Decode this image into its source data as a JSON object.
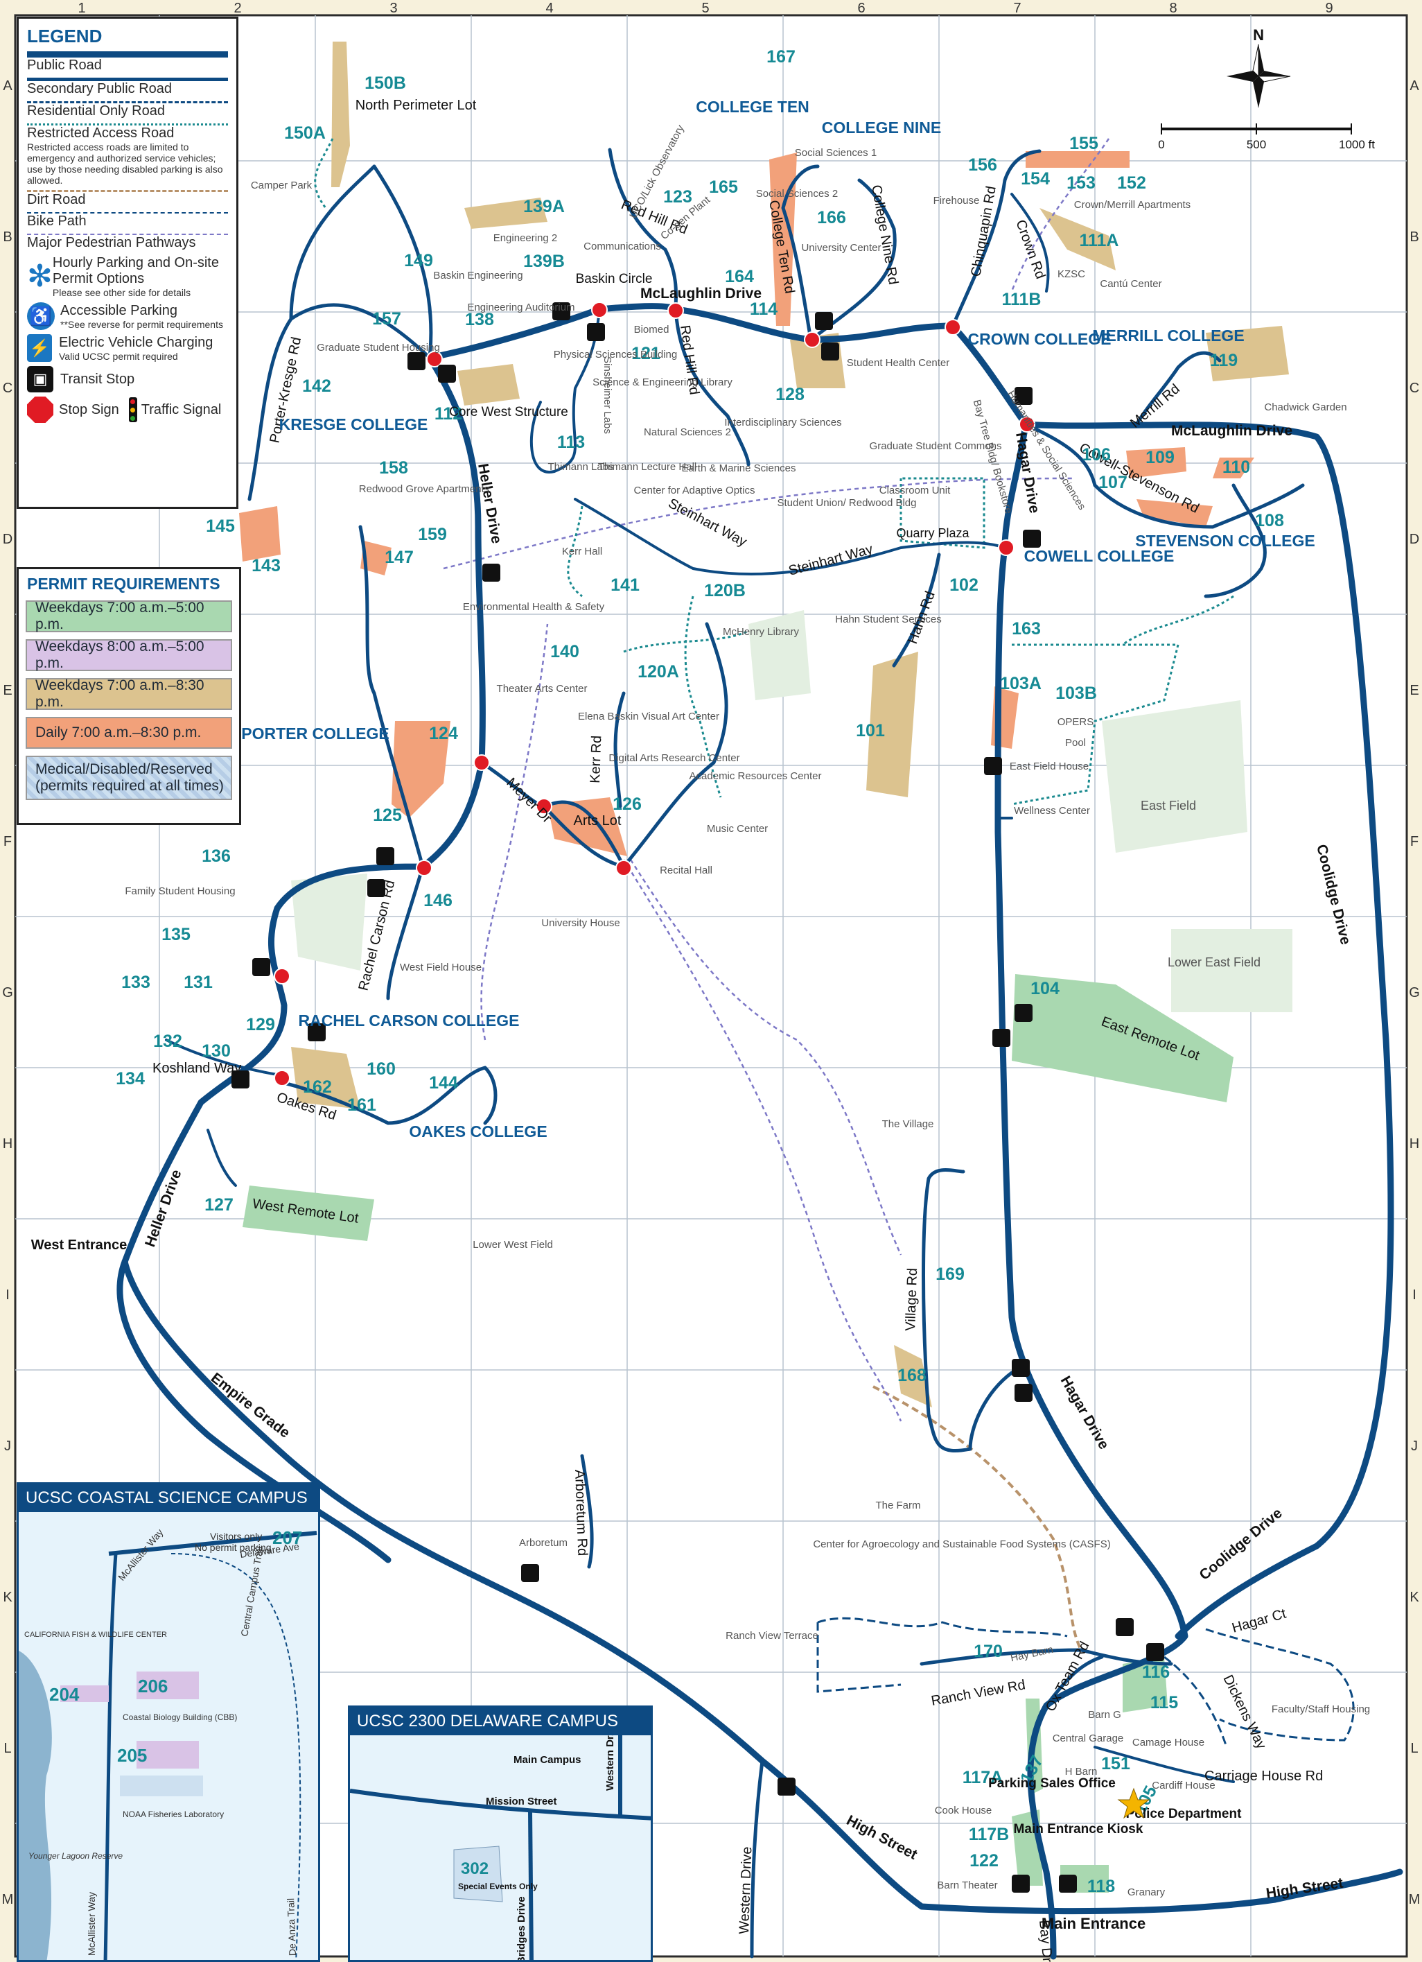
{
  "grid": {
    "cols": [
      "1",
      "2",
      "3",
      "4",
      "5",
      "6",
      "7",
      "8",
      "9"
    ],
    "rows": [
      "A",
      "B",
      "C",
      "D",
      "E",
      "F",
      "G",
      "H",
      "I",
      "J",
      "K",
      "L",
      "M"
    ]
  },
  "compass": {
    "label": "N"
  },
  "scale_bar": {
    "labels": [
      "0",
      "500",
      "1000 ft"
    ]
  },
  "legend": {
    "title": "LEGEND",
    "items": [
      {
        "label": "Public Road"
      },
      {
        "label": "Secondary Public Road"
      },
      {
        "label": "Residential Only Road"
      },
      {
        "label": "Restricted Access Road",
        "note": "Restricted access roads are limited to emergency and authorized service vehicles; use by those needing disabled parking is also allowed."
      },
      {
        "label": "Dirt Road"
      },
      {
        "label": "Bike Path"
      },
      {
        "label": "Major Pedestrian Pathways"
      },
      {
        "label": "Hourly Parking and On-site Permit Options",
        "note": "Please see other side for details"
      },
      {
        "label": "Accessible Parking",
        "note": "**See reverse for permit requirements"
      },
      {
        "label": "Electric Vehicle Charging",
        "note": "Valid UCSC permit required"
      },
      {
        "label": "Transit Stop"
      },
      {
        "label": "Stop Sign"
      },
      {
        "label": "Traffic Signal"
      }
    ]
  },
  "permits": {
    "title": "PERMIT REQUIREMENTS",
    "items": [
      {
        "label": "Weekdays 7:00 a.m.–5:00 p.m.",
        "color": "#a9d8b0"
      },
      {
        "label": "Weekdays 8:00 a.m.–5:00 p.m.",
        "color": "#d9c3e6"
      },
      {
        "label": "Weekdays 7:00 a.m.–8:30 p.m.",
        "color": "#dcc38f"
      },
      {
        "label": "Daily 7:00 a.m.–8:30 p.m.",
        "color": "#f2a17a"
      },
      {
        "label": "Medical/Disabled/Reserved",
        "label2": "(permits required at all times)",
        "color": "#cde0f0"
      }
    ]
  },
  "colleges": [
    "COLLEGE TEN",
    "COLLEGE NINE",
    "CROWN COLLEGE",
    "MERRILL COLLEGE",
    "KRESGE COLLEGE",
    "COWELL COLLEGE",
    "STEVENSON COLLEGE",
    "PORTER COLLEGE",
    "RACHEL CARSON COLLEGE",
    "OAKES COLLEGE"
  ],
  "roads": [
    "McLaughlin Drive",
    "Heller Drive",
    "Hagar Drive",
    "Coolidge Drive",
    "Empire Grade",
    "High Street",
    "Porter-Kresge Rd",
    "Steinhart Way",
    "Meyer Dr",
    "Kerr Rd",
    "Red Hill Rd",
    "College Ten Rd",
    "College Nine Rd",
    "Chinquapin Rd",
    "Crown Rd",
    "Merrill Rd",
    "Cowell-Stevenson Rd",
    "Hahn Rd",
    "Rachel Carson Rd",
    "Oakes Rd",
    "Koshland Way",
    "Village Rd",
    "Arboretum Rd",
    "Ranch View Rd",
    "Ox Team Rd",
    "Carriage House Rd",
    "Dickens Way",
    "Hagar Ct",
    "Western Drive",
    "Bay Dr.",
    "Heller Drive"
  ],
  "lots": [
    "150B",
    "150A",
    "139A",
    "139B",
    "123",
    "165",
    "167",
    "164",
    "114",
    "166",
    "156",
    "155",
    "154",
    "153",
    "152",
    "111A",
    "111B",
    "157",
    "149",
    "138",
    "142",
    "112",
    "113",
    "121",
    "128",
    "119",
    "158",
    "145",
    "143",
    "147",
    "159",
    "141",
    "120B",
    "140",
    "120A",
    "101",
    "102",
    "103A",
    "103B",
    "163",
    "124",
    "125",
    "126",
    "136",
    "135",
    "146",
    "133",
    "131",
    "129",
    "130",
    "132",
    "134",
    "162",
    "160",
    "161",
    "144",
    "127",
    "104",
    "169",
    "168",
    "170",
    "116",
    "115",
    "117A",
    "137",
    "151",
    "105",
    "117B",
    "122",
    "118",
    "106",
    "107",
    "109",
    "110",
    "108"
  ],
  "places": [
    "North Perimeter Lot",
    "Camper Park",
    "Engineering 2",
    "Baskin Engineering",
    "Engineering Auditorium",
    "Communications",
    "Baskin Circle",
    "UCO/Lick Observatory",
    "Co-gen Plant",
    "Social Sciences 1",
    "Social Sciences 2",
    "University Center",
    "Firehouse",
    "Crown/Merrill Apartments",
    "KZSC",
    "Cantú Center",
    "Graduate Student Housing",
    "Core West Structure",
    "Physical Sciences Building",
    "Biomed",
    "Sinsheimer Labs",
    "Science & Engineering Library",
    "Thimann Labs",
    "Thimann Lecture Hall",
    "Natural Sciences 2",
    "Earth & Marine Sciences",
    "Interdisciplinary Sciences",
    "Center for Adaptive Optics",
    "Student Health Center",
    "Graduate Student Commons",
    "Bay Tree Bldg/ Bookstore",
    "Humanities & Social Sciences",
    "Classroom Unit",
    "Student Union/ Redwood Bldg",
    "Quarry Plaza",
    "Chadwick Garden",
    "Redwood Grove Apartments",
    "Kerr Hall",
    "Environmental Health & Safety",
    "Hahn Student Services",
    "McHenry Library",
    "Theater Arts Center",
    "Elena Baskin Visual Art Center",
    "Digital Arts Research Center",
    "Academic Resources Center",
    "Arts Lot",
    "Music Center",
    "Recital Hall",
    "University House",
    "OPERS",
    "Pool",
    "East Field House",
    "Wellness Center",
    "East Field",
    "Lower East Field",
    "East Remote Lot",
    "Family Student Housing",
    "West Field House",
    "West Remote Lot",
    "Lower West Field",
    "The Village",
    "The Farm",
    "Center for Agroecology and Sustainable Food Systems (CASFS)",
    "Ranch View Terrace",
    "Arboretum",
    "Hay Barn",
    "Central Garage",
    "Barn G",
    "H Barn",
    "Camage House",
    "Cardiff House",
    "Faculty/Staff Housing",
    "Parking Sales Office",
    "Police Department",
    "Main Entrance Kiosk",
    "Cook House",
    "Barn Theater",
    "Granary",
    "Main Entrance",
    "West Entrance"
  ],
  "inset_coastal": {
    "title": "UCSC COASTAL SCIENCE CAMPUS",
    "labels": [
      "Visitors only",
      "No permit parking",
      "McAllister Way",
      "Delaware Ave",
      "CALIFORNIA FISH & WILDLIFE CENTER",
      "Central Campus Trail",
      "Coastal Biology Building (CBB)",
      "NOAA Fisheries Laboratory",
      "Younger Lagoon Reserve",
      "De Anza Trail"
    ],
    "lots": [
      "207",
      "206",
      "204",
      "205"
    ]
  },
  "inset_delaware": {
    "title": "UCSC 2300 DELAWARE CAMPUS",
    "labels": [
      "Main Campus",
      "Western Dr.",
      "Mission Street",
      "Bridges Drive",
      "Special Events Only"
    ],
    "lots": [
      "302"
    ]
  }
}
